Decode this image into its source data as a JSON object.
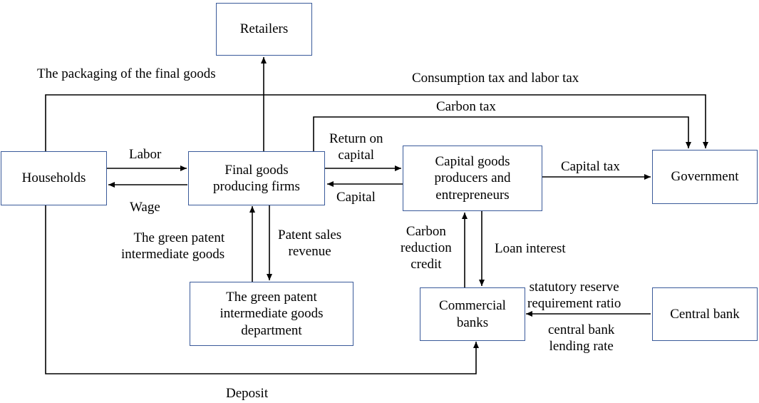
{
  "nodes": {
    "retailers": [
      "Retailers"
    ],
    "households": [
      "Households"
    ],
    "final_goods": [
      "Final goods",
      "producing firms"
    ],
    "capital_goods": [
      "Capital goods",
      "producers and",
      "entrepreneurs"
    ],
    "government": [
      "Government"
    ],
    "green_patent": [
      "The green patent",
      "intermediate goods",
      "department"
    ],
    "commercial_banks": [
      "Commercial",
      "banks"
    ],
    "central_bank": [
      "Central bank"
    ]
  },
  "edges": {
    "packaging": [
      "The packaging of the final goods"
    ],
    "consumption_labor_tax": [
      "Consumption tax and labor tax"
    ],
    "carbon_tax": [
      "Carbon tax"
    ],
    "labor": [
      "Labor"
    ],
    "wage": [
      "Wage"
    ],
    "return_on_capital": [
      "Return on",
      "capital"
    ],
    "capital": [
      "Capital"
    ],
    "capital_tax": [
      "Capital tax"
    ],
    "green_patent_goods": [
      "The green patent",
      "intermediate goods"
    ],
    "patent_sales_revenue": [
      "Patent sales",
      "revenue"
    ],
    "carbon_reduction_credit": [
      "Carbon",
      "reduction",
      "credit"
    ],
    "loan_interest": [
      "Loan interest"
    ],
    "statutory_reserve": [
      "statutory reserve",
      "requirement ratio"
    ],
    "central_bank_lending_rate": [
      "central bank",
      "lending rate"
    ],
    "deposit": [
      "Deposit"
    ]
  }
}
